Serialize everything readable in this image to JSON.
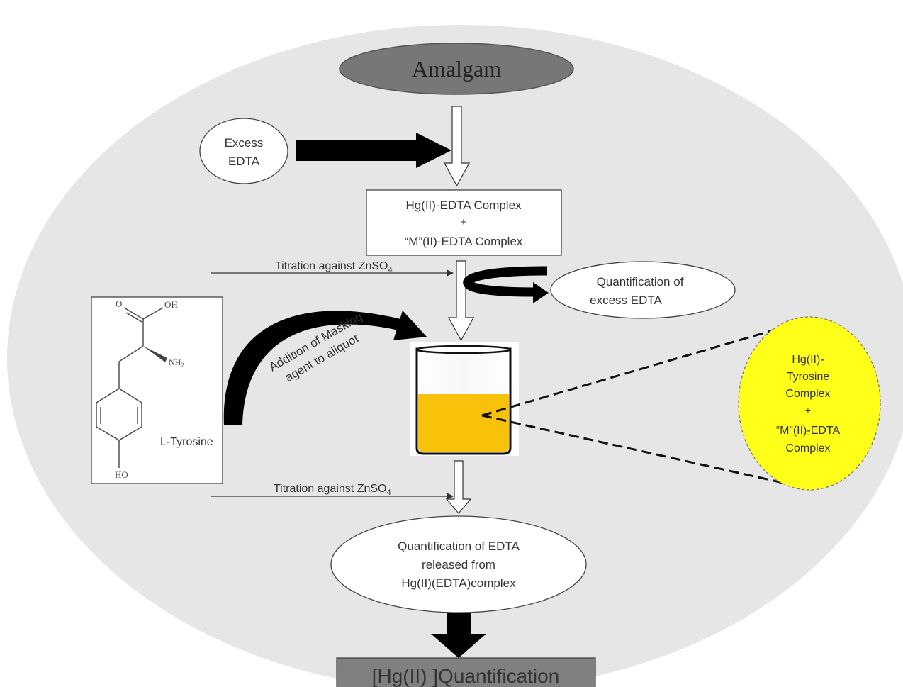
{
  "nodes": {
    "start": "Amalgam",
    "excess_edta": [
      "Excess",
      "EDTA"
    ],
    "complex_box": [
      "Hg(II)-EDTA Complex",
      "+",
      "“M”(II)-EDTA Complex"
    ],
    "quant_excess": [
      "Quantification of",
      "excess EDTA"
    ],
    "tyrosine_complex": [
      "Hg(II)-",
      "Tyrosine",
      "Complex",
      "+",
      "“M”(II)-EDTA",
      "Complex"
    ],
    "quant_released": [
      "Quantification of EDTA",
      "released from",
      "Hg(II)(EDTA)complex"
    ],
    "final": "[Hg(II) ]Quantification"
  },
  "edges": {
    "titration_1": "Titration against ZnSO",
    "titration_1_sub": "4",
    "masking": [
      "Addition of Masking",
      "agent to aliquot"
    ],
    "titration_2": "Titration against ZnSO",
    "titration_2_sub": "4"
  },
  "structure": {
    "name": "L-Tyrosine",
    "labels": {
      "carbonyl_o": "O",
      "hydroxyl": "OH",
      "amine": "NH",
      "amine_sub": "2",
      "phenol": "HO"
    }
  },
  "colors": {
    "background_ellipse": "#e6e6e6",
    "start_node": "#777777",
    "final_node": "#808080",
    "liquid": "#f8c10a",
    "tyrosine_complex": "#ffff1a"
  }
}
